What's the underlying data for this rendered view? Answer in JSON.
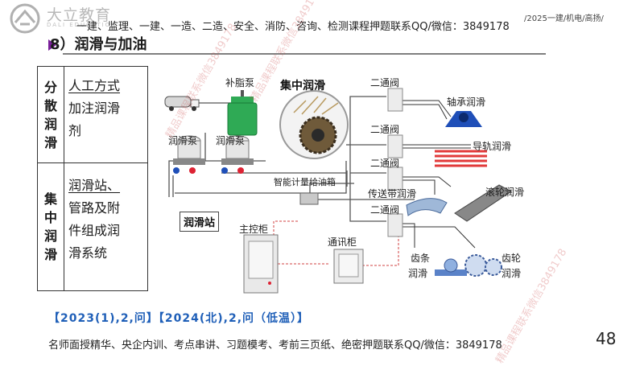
{
  "header": {
    "brand_name": "大立教育",
    "brand_sub": "DALI EDUCATION",
    "promo_line": "一建、监理、一建、一造、二造、安全、消防、咨询、检测课程押题联系QQ/微信：3849178",
    "course_tag": "/2025一建/机电/高扬/"
  },
  "slide": {
    "title": "8）润滑与加油",
    "table": {
      "row1": {
        "category": [
          "分",
          "散",
          "润",
          "滑"
        ],
        "desc_lines": [
          "人工方式",
          "加注润滑",
          "剂"
        ]
      },
      "row2": {
        "category": [
          "集",
          "中",
          "润",
          "滑"
        ],
        "desc_lines": [
          "润滑站、",
          "管路及附",
          "件组成润",
          "滑系统"
        ]
      }
    },
    "diagram": {
      "labels": {
        "grease_pump": "补脂泵",
        "central": "集中润滑",
        "pump1": "润滑泵",
        "pump2": "润滑泵",
        "smart_box": "智能计量给油箱",
        "station": "润滑站",
        "main_cabinet": "主控柜",
        "comm_cabinet": "通讯柜",
        "valve1": "二通阀",
        "valve2": "二通阀",
        "valve3": "二通阀",
        "valve4": "二通阀",
        "bearing": "轴承润滑",
        "rail": "导轨润滑",
        "belt": "传送带润滑",
        "roller": "滚轮润滑",
        "rack_1": "齿条",
        "rack_2": "润滑",
        "gear_1": "齿轮",
        "gear_2": "润滑"
      }
    },
    "exam_ref": "【2023(1),2,问】【2024(北),2,问（低温）】",
    "footer": "名师面授精华、央企内训、考点串讲、习题模考、考前三页纸、绝密押题联系QQ/微信：3849178",
    "page_number": "48",
    "watermark": "精品课程联系微信3849178"
  },
  "colors": {
    "accent": "#7a1f9a",
    "exam": "#1f5fb8",
    "tank": "#2faa55",
    "rail": "#e23a3a",
    "bearing": "#1f4fb8"
  }
}
